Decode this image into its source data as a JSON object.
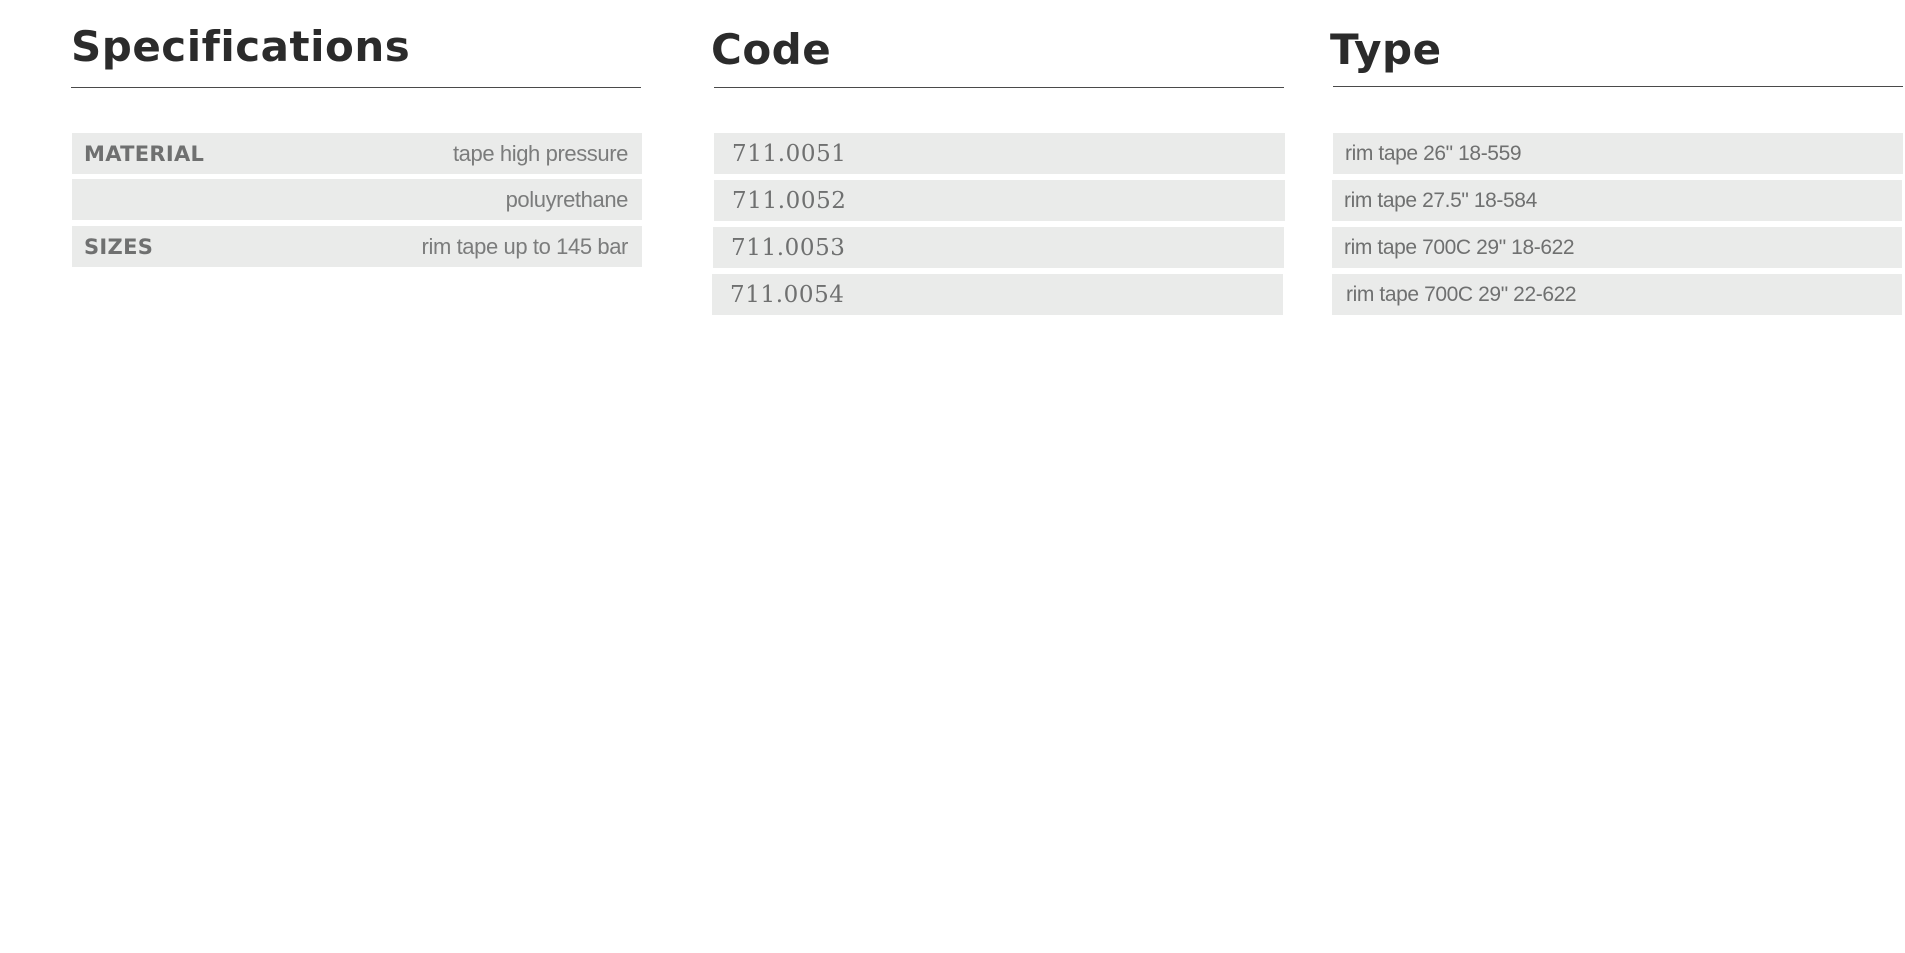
{
  "specifications": {
    "title": "Specifications",
    "rows": [
      {
        "label": "MATERIAL",
        "value": "tape high pressure"
      },
      {
        "label": "",
        "value": "poluyrethane"
      },
      {
        "label": "SIZES",
        "value": "rim tape up to 145 bar"
      }
    ]
  },
  "code": {
    "title": "Code",
    "items": [
      "711.0051",
      "711.0052",
      "711.0053",
      "711.0054"
    ]
  },
  "type": {
    "title": "Type",
    "items": [
      "rim tape 26\" 18-559",
      "rim tape 27.5\" 18-584",
      "rim tape 700C 29\" 18-622",
      "rim tape 700C 29\" 22-622"
    ]
  }
}
